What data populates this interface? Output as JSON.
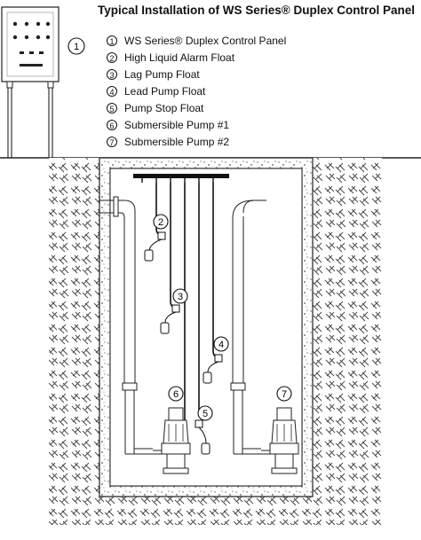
{
  "title": "Typical Installation of WS Series®  Duplex Control Panel",
  "legend": [
    {
      "num": "1",
      "label": "WS Series® Duplex Control Panel"
    },
    {
      "num": "2",
      "label": "High Liquid Alarm Float"
    },
    {
      "num": "3",
      "label": "Lag Pump Float"
    },
    {
      "num": "4",
      "label": "Lead Pump Float"
    },
    {
      "num": "5",
      "label": "Pump Stop Float"
    },
    {
      "num": "6",
      "label": "Submersible Pump #1"
    },
    {
      "num": "7",
      "label": "Submersible Pump #2"
    }
  ],
  "callouts": [
    "1",
    "2",
    "3",
    "4",
    "5",
    "6",
    "7"
  ]
}
